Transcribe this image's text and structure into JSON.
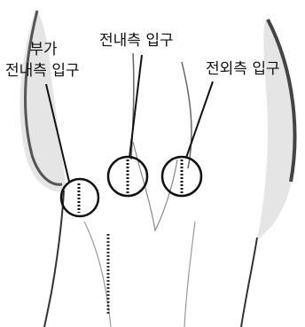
{
  "labels": {
    "accessory_anteromedial_line1": "부가",
    "accessory_anteromedial_line2": "전내측 입구",
    "anteromedial": "전내측 입구",
    "anterolateral": "전외측 입구"
  },
  "colors": {
    "ink": "#111111",
    "skin_shade": "#9a9a9a",
    "background": "#ffffff"
  }
}
